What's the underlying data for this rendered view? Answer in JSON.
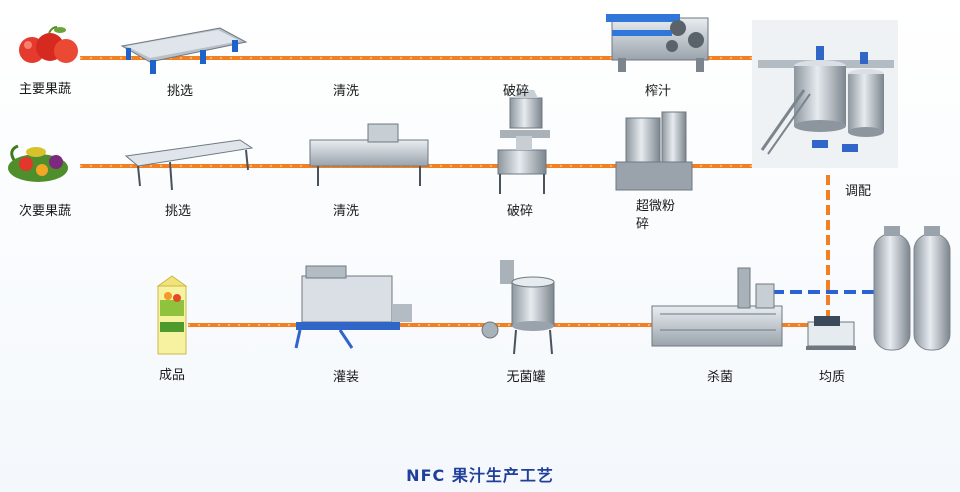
{
  "diagram": {
    "title": "NFC 果汁生产工艺",
    "row1": [
      "主要果蔬",
      "挑选",
      "清洗",
      "破碎",
      "榨汁"
    ],
    "row2": [
      "次要果蔬",
      "挑选",
      "清洗",
      "破碎",
      "超微粉碎"
    ],
    "mixing": "调配",
    "row3": [
      "成品",
      "灌装",
      "无菌罐",
      "杀菌",
      "均质"
    ],
    "colors": {
      "flow_line": "#f27f22",
      "flow_dots": "#ffb36b",
      "blue_line": "#2c62d6",
      "title": "#1f3f9a"
    }
  }
}
